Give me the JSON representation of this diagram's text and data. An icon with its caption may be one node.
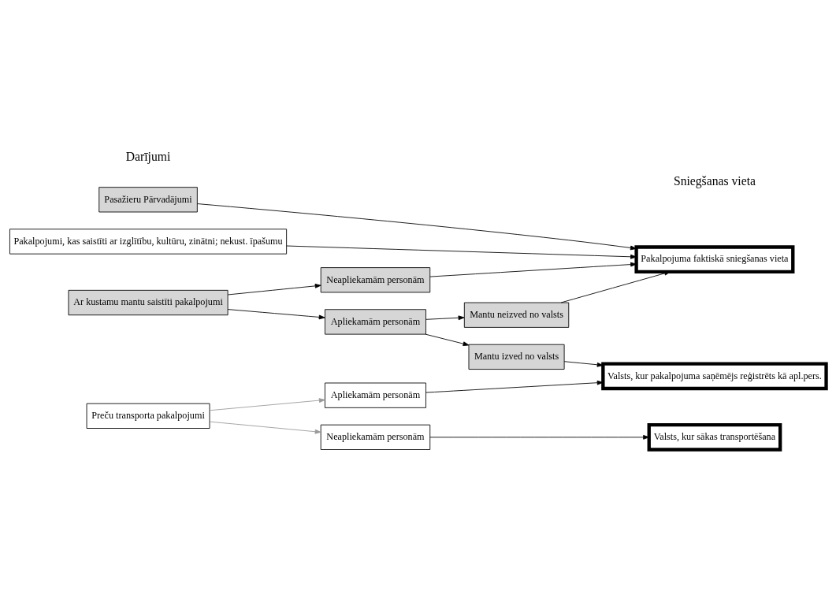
{
  "diagram": {
    "nodes": [
      {
        "text": [
          "Pasažieru Pārvadājumi"
        ]
      },
      {
        "text": [
          "Pakalpojumi, kas saistīti ar izglītību, kultūru, zinātni; nekust. īpašumu"
        ]
      },
      {
        "text": [
          "Ar kustamu mantu saistīti pakalpojumi"
        ]
      },
      {
        "text": [
          "Preču transporta pakalpojumi"
        ]
      },
      {
        "text": [
          "Neapliekamām personām"
        ]
      },
      {
        "text": [
          "Apliekamām personām"
        ]
      },
      {
        "text": [
          "Mantu neizved no valsts"
        ]
      },
      {
        "text": [
          "Mantu izved no valsts"
        ]
      },
      {
        "text": [
          "Apliekamām personām"
        ]
      },
      {
        "text": [
          "Neapliekamām personām"
        ]
      },
      {
        "text": [
          "Pakalpojuma faktiskā sniegšanas vieta"
        ]
      },
      {
        "text": [
          "Valsts, kur pakalpojuma saņēmējs reģistrēts kā apl.pers."
        ]
      },
      {
        "text": [
          "Valsts, kur sākas transportēšana"
        ]
      }
    ],
    "edges": [
      {
        "from": 0,
        "to": 10,
        "arrow": "to"
      },
      {
        "from": 1,
        "to": 10,
        "arrow": "to"
      },
      {
        "from": 2,
        "to": 4,
        "arrow": "to"
      },
      {
        "from": 2,
        "to": 5,
        "arrow": "to"
      },
      {
        "from": 4,
        "to": 10,
        "arrow": "to"
      },
      {
        "from": 5,
        "to": 6,
        "arrow": "to"
      },
      {
        "from": 5,
        "to": 7,
        "arrow": "to"
      },
      {
        "from": 6,
        "to": 10,
        "arrow": "to"
      },
      {
        "from": 7,
        "to": 11,
        "arrow": "to"
      },
      {
        "from": 3,
        "to": 8,
        "arrow": "to",
        "color": "#999999"
      },
      {
        "from": 3,
        "to": 9,
        "arrow": "to",
        "color": "#999999"
      },
      {
        "from": 8,
        "to": 11,
        "arrow": "to"
      },
      {
        "from": 9,
        "to": 12,
        "arrow": "to"
      }
    ],
    "labels": [
      "Darījumi",
      "Sniegšanas vieta"
    ]
  }
}
